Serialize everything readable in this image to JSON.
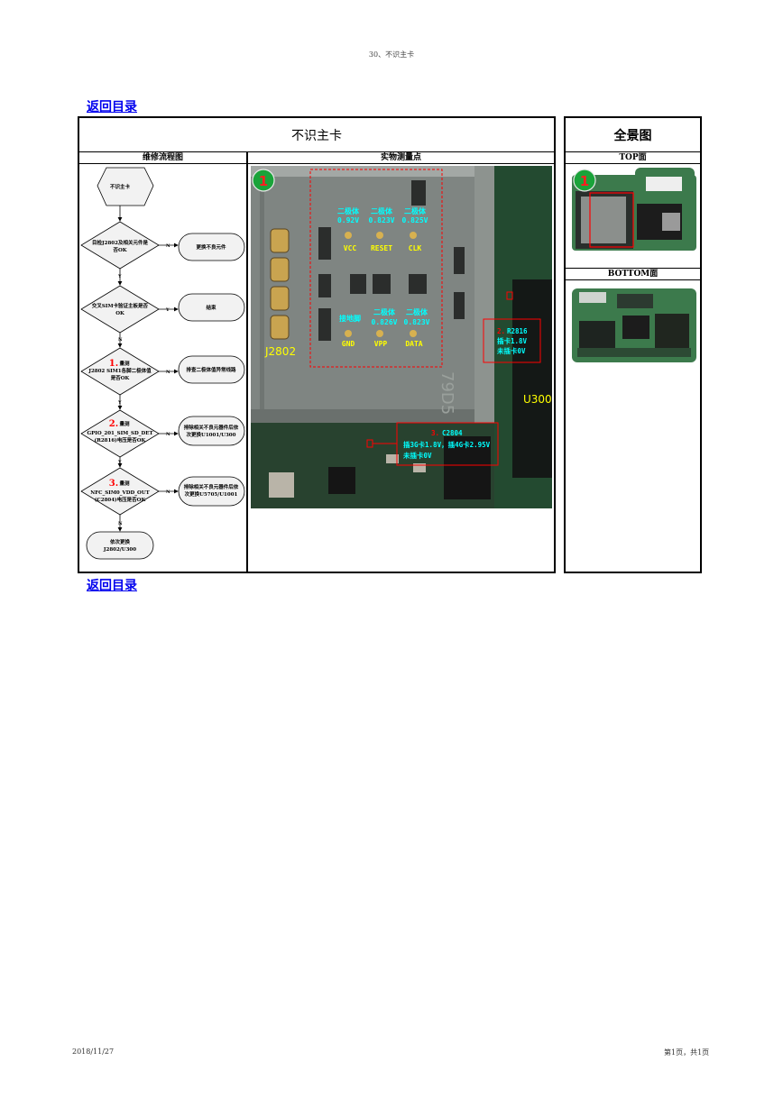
{
  "page_header": "30、不识主卡",
  "back_link_top": "返回目录",
  "back_link_bottom": "返回目录",
  "main_title": "不识主卡",
  "side_title": "全景图",
  "col_flow": "维修流程图",
  "col_photo": "实物测量点",
  "top_label": "TOP面",
  "bottom_label": "BOTTOM面",
  "flow": {
    "start": "不识主卡",
    "d1": [
      "目检J2802及相关元件是",
      "否OK"
    ],
    "r1": "更换不良元件",
    "d2": [
      "交叉SIM卡验证主板是否",
      "OK"
    ],
    "r2": "结束",
    "d3_num": "1.",
    "d3_head": "量测",
    "d3": [
      "J2802 SIM1各脚二极体值",
      "是否OK"
    ],
    "r3": "排查二极体值异常线路",
    "d4_num": "2.",
    "d4_head": "量测",
    "d4": [
      "GPIO_201_SIM_SD_DET",
      "(R2816)电压是否OK"
    ],
    "r4": [
      "排除相关不良元器件后依",
      "次更换U1001/U300"
    ],
    "d5_num": "3.",
    "d5_head": "量测",
    "d5": [
      "NFC_SIM0_VDD_OUT",
      "(C2804)电压是否OK"
    ],
    "r5": [
      "排除相关不良元器件后依",
      "次更换U5705/U1001"
    ],
    "end": [
      "依次更换",
      "J2802/U300"
    ],
    "yes": "Y",
    "no": "N"
  },
  "photo": {
    "badge": "1",
    "pins_top": [
      {
        "diode": "二极体",
        "value": "0.92V",
        "name": "VCC"
      },
      {
        "diode": "二极体",
        "value": "0.823V",
        "name": "RESET"
      },
      {
        "diode": "二极体",
        "value": "0.825V",
        "name": "CLK"
      }
    ],
    "pins_bottom": [
      {
        "diode": "接地脚",
        "value": "",
        "name": "GND"
      },
      {
        "diode": "二极体",
        "value": "0.826V",
        "name": "VPP"
      },
      {
        "diode": "二极体",
        "value": "0.823V",
        "name": "DATA"
      }
    ],
    "connector_label": "J2802",
    "chip_silk": "79D5",
    "ic_label": "U300",
    "r2816": {
      "num": "2.",
      "l1": "R2816",
      "l2": "插卡1.8V",
      "l3": "未插卡0V"
    },
    "c2804": {
      "num": "3.",
      "l1": "C2804",
      "l2": "插3G卡1.8V，插4G卡2.95V",
      "l3": "未插卡0V"
    }
  },
  "thumb_badge": "1",
  "footer_date": "2018/11/27",
  "footer_page": "第1页，共1页",
  "colors": {
    "link": "#0000ee",
    "annotation": "#ff0000",
    "badge": "#1aa33a",
    "pin_label": "#ffff00",
    "diode_label": "#00ffff"
  }
}
